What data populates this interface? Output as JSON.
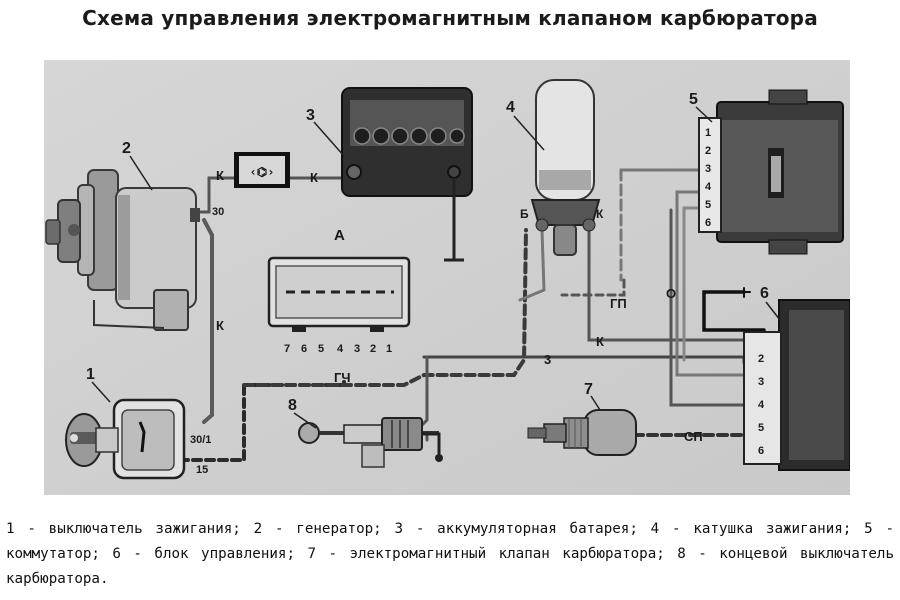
{
  "title": "Схема управления электромагнитным клапаном карбюратора",
  "diagram": {
    "numbers": {
      "n1": "1",
      "n2": "2",
      "n3": "3",
      "n4": "4",
      "n5": "5",
      "n6": "6",
      "n7": "7",
      "n8": "8",
      "nA": "А"
    },
    "wire_labels": {
      "k_gen_left": "К",
      "k_relay_right": "К",
      "k_vertical": "К",
      "k_coil": "К",
      "k_to_block": "К",
      "b_coil": "Б",
      "gp": "ГП",
      "gch": "ГЧ",
      "o": "О",
      "sp": "СП",
      "three": "3"
    },
    "terminals": {
      "gen_30": "30",
      "sw_30_1": "30/1",
      "sw_15": "15"
    },
    "connector_a_pins": [
      "7",
      "6",
      "5",
      "4",
      "3",
      "2",
      "1"
    ],
    "commutator_pins": [
      "1",
      "2",
      "3",
      "4",
      "5",
      "6"
    ],
    "block_pins": [
      "2",
      "3",
      "4",
      "5",
      "6"
    ]
  },
  "caption": "1 - выключатель зажигания; 2 - генератор; 3 - аккумуляторная батарея; 4 - катушка зажигания; 5 - коммутатор; 6 - блок управления; 7 - электромагнитный клапан карбюратора; 8 - концевой выключатель карбюратора."
}
